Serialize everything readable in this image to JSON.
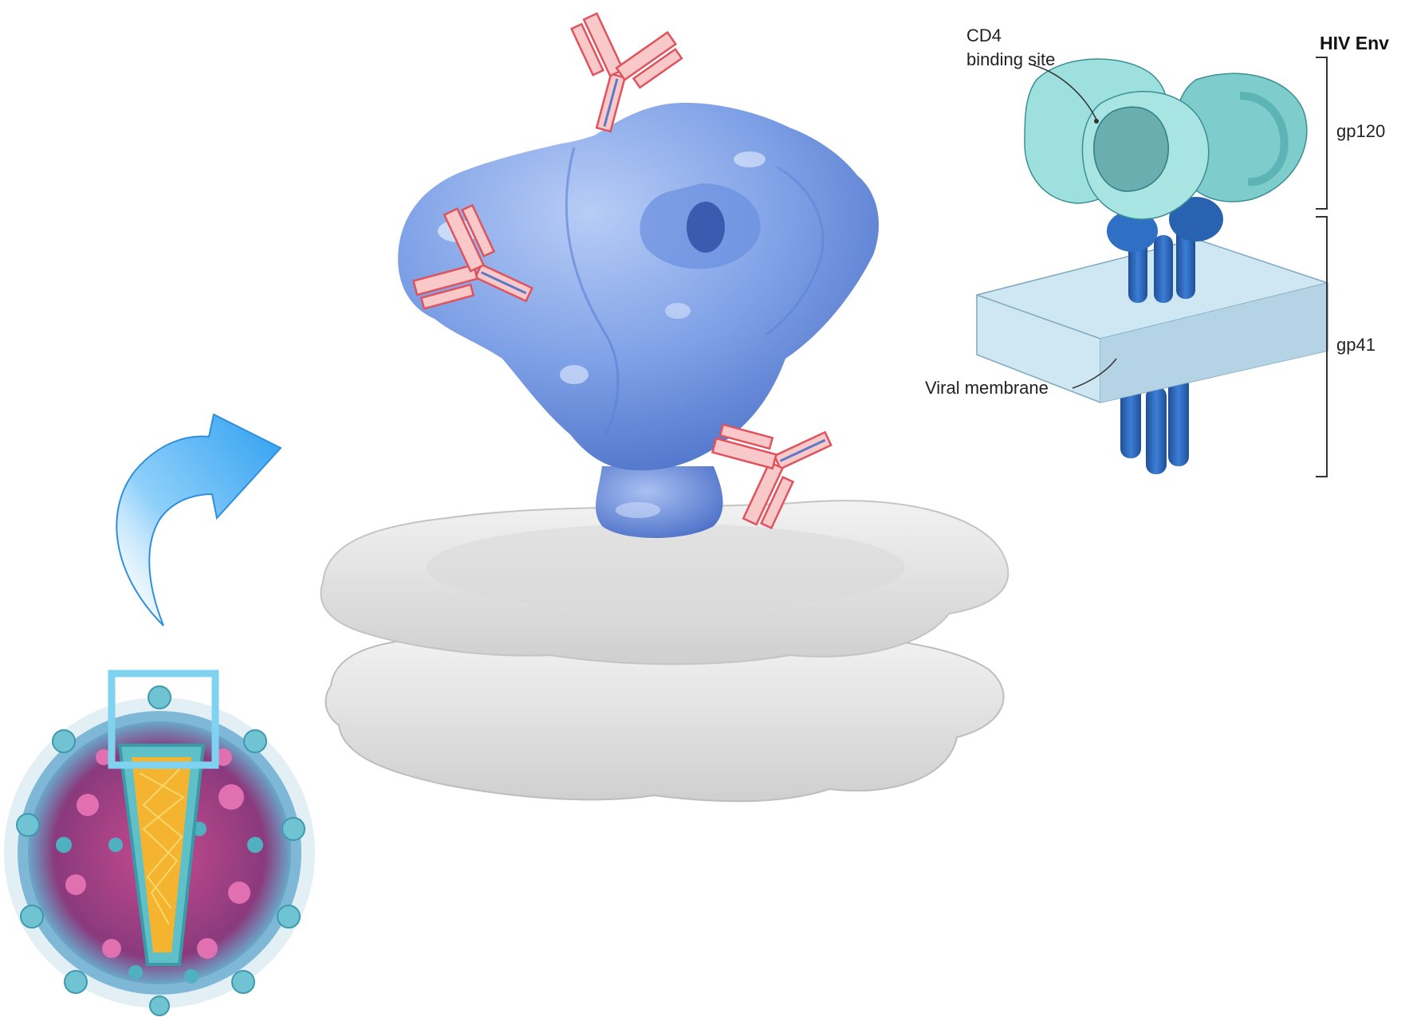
{
  "diagram": {
    "title": "HIV Env",
    "labels": {
      "cd4_line1": "CD4",
      "cd4_line2": "binding site",
      "gp120": "gp120",
      "gp41": "gp41",
      "membrane": "Viral membrane"
    },
    "colors": {
      "trimer_blue": "#7ea0e6",
      "antibody_fill": "#f9c9c9",
      "antibody_stroke": "#e0525c",
      "membrane_gray": "#e6e6e6",
      "arrow_blue": "#5cb4f2",
      "highlight_box": "#7fd3f0",
      "gp120_teal": "#7fcccc",
      "gp41_blue": "#2f6fc4",
      "membrane_slab": "#cfe7f2"
    },
    "icons": [
      "curved-arrow-icon",
      "antibody-icon",
      "virion-icon"
    ]
  }
}
